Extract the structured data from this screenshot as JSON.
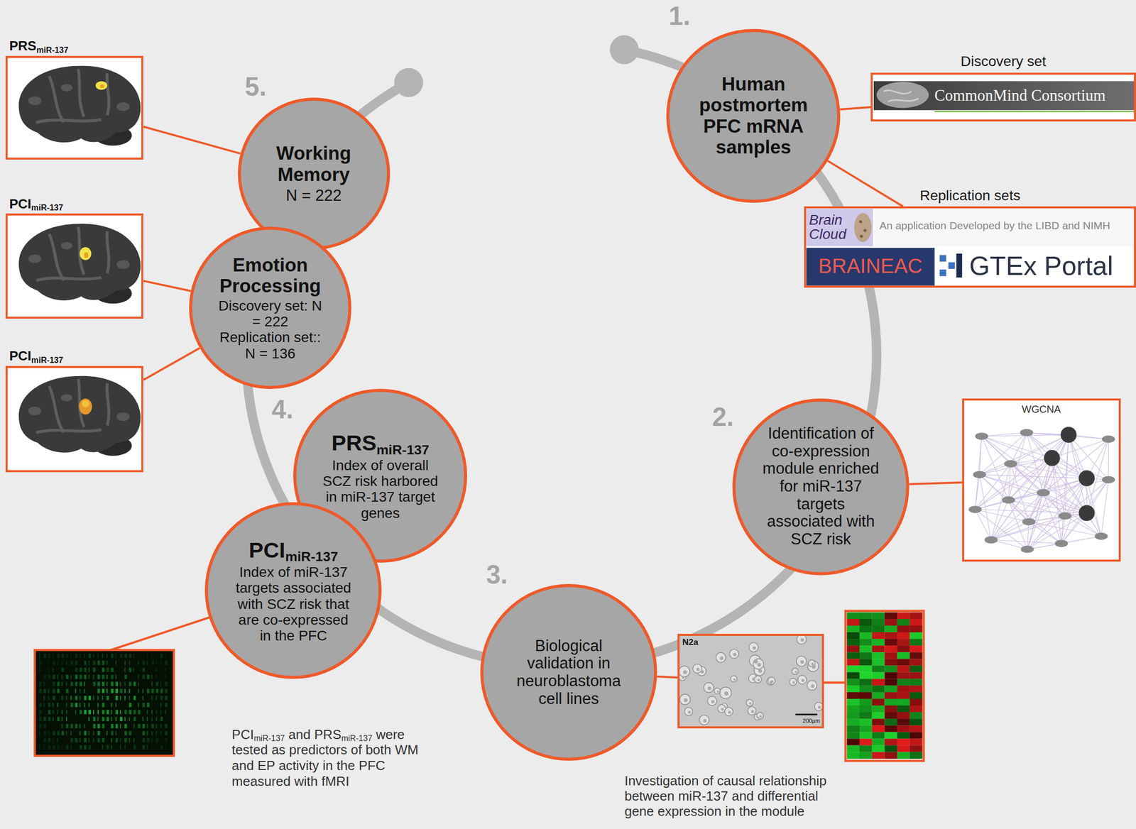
{
  "diagram": {
    "nodes": [
      {
        "text": [
          "Human postmortem PFC mRNA samples"
        ]
      },
      {
        "text": [
          "Discovery set",
          "CommonMind Consortium"
        ]
      },
      {
        "text": [
          "Replication sets",
          "Brain Cloud",
          "An application Developed by the LIBD and NIMH",
          "BRAINEAC",
          "GTEx Portal"
        ]
      },
      {
        "text": [
          "Identification of co-expression module enriched for miR-137 targets associated with SCZ risk"
        ]
      },
      {
        "text": [
          "WGCNA"
        ]
      },
      {
        "text": [
          "Biological validation in neuroblastoma cell lines"
        ]
      },
      {
        "text": [
          "N2a",
          "200µm"
        ]
      },
      {
        "text": [
          "PRSmiR-137",
          "Index of overall SCZ risk harbored in miR-137 target genes"
        ]
      },
      {
        "text": [
          "PCImiR-137",
          "Index of miR-137 targets associated with SCZ risk that are co-expressed in the PFC"
        ]
      },
      {
        "text": [
          "Emotion Processing",
          "Discovery set: N = 222",
          "Replication set:: N = 136"
        ]
      },
      {
        "text": [
          "Working Memory",
          "N = 222"
        ]
      },
      {
        "text": [
          "PRSmiR-137"
        ]
      },
      {
        "text": [
          "PCImiR-137"
        ]
      },
      {
        "text": [
          "PCImiR-137"
        ]
      }
    ],
    "edges": [
      {
        "from": 0,
        "to": 1,
        "arrow": "none"
      },
      {
        "from": 0,
        "to": 2,
        "arrow": "none"
      },
      {
        "from": 3,
        "to": 4,
        "arrow": "none"
      },
      {
        "from": 5,
        "to": 6,
        "arrow": "none"
      },
      {
        "from": 10,
        "to": 11,
        "arrow": "none"
      },
      {
        "from": 9,
        "to": 12,
        "arrow": "none"
      },
      {
        "from": 9,
        "to": 13,
        "arrow": "none"
      }
    ],
    "labels": [
      "1.",
      "2.",
      "3.",
      "4.",
      "5.",
      "PCImiR-137 and PRSmiR-137 were tested as predictors of both WM and EP activity in the PFC measured with fMRI",
      "Investigation of causal relationship between miR-137 and differential gene expression in the module"
    ]
  }
}
